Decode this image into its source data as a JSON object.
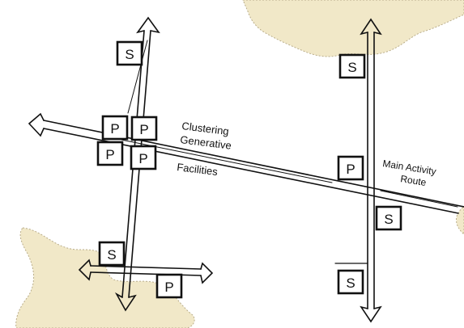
{
  "diagram": {
    "labels": {
      "clustering": "Clustering",
      "generative": "Generative",
      "facilities": "Facilities",
      "main_activity": "Main Activity",
      "route": "Route"
    },
    "symbols": {
      "primary": "P",
      "secondary": "S"
    },
    "colors": {
      "ink": "#111111",
      "paper": "#ffffff",
      "terrain": "#f1e8c8",
      "terrain_edge": "#b9ad8a"
    }
  }
}
